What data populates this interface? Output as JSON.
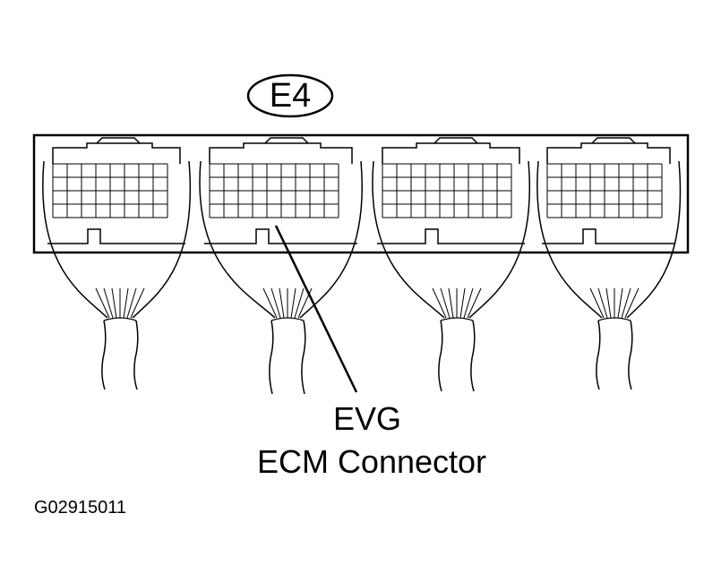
{
  "connector_id": "E4",
  "pin_name": "EVG",
  "connector_name": "ECM Connector",
  "figure_code": "G02915011"
}
